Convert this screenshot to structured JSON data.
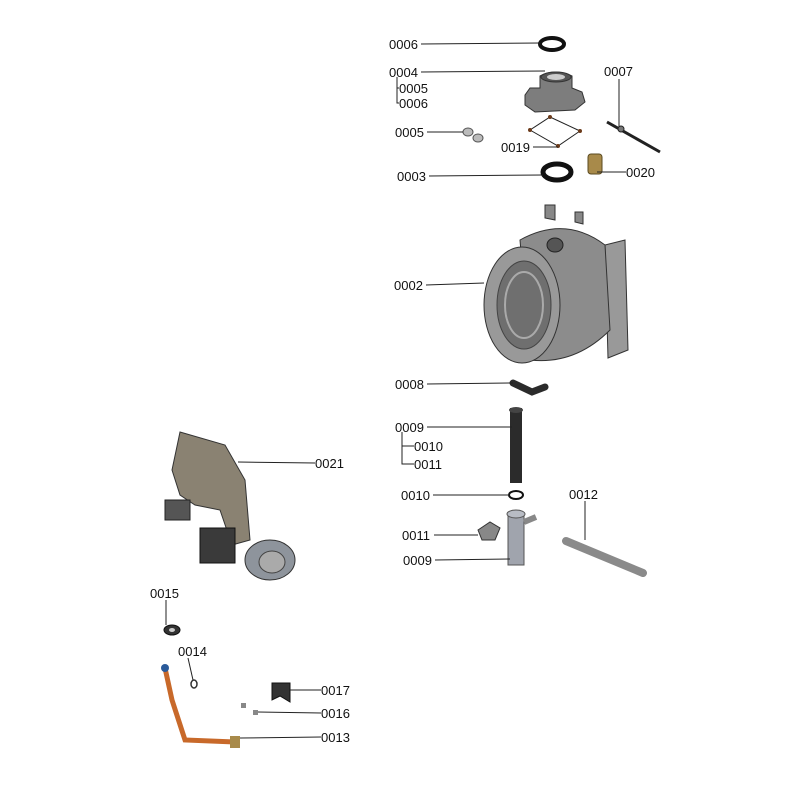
{
  "labels": {
    "l0006a": "0006",
    "l0004": "0004",
    "l0005a": "0005",
    "l0006b": "0006",
    "l0005b": "0005",
    "l0019": "0019",
    "l0003": "0003",
    "l0007": "0007",
    "l0020": "0020",
    "l0002": "0002",
    "l0008": "0008",
    "l0009a": "0009",
    "l0010a": "0010",
    "l0011a": "0011",
    "l0010b": "0010",
    "l0012": "0012",
    "l0011b": "0011",
    "l0009b": "0009",
    "l0021": "0021",
    "l0015": "0015",
    "l0014": "0014",
    "l0017": "0017",
    "l0016": "0016",
    "l0013": "0013"
  },
  "colors": {
    "part_gray": "#8a8a8a",
    "dark": "#2b2b2b",
    "copper": "#c8692a",
    "brass": "#a88a4a"
  }
}
